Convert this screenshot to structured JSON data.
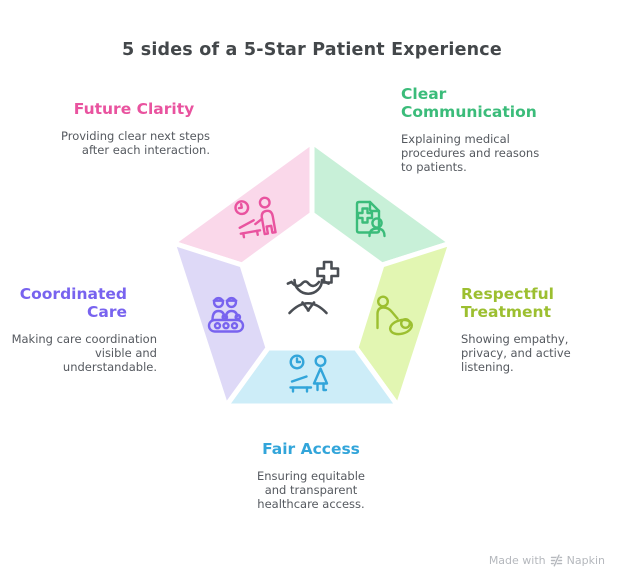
{
  "title": "5 sides of a 5-Star Patient Experience",
  "center": {
    "icon": "patient-with-medical-cross-icon",
    "color": "#4a4e54"
  },
  "segments": [
    {
      "id": "future-clarity",
      "label": "Future Clarity",
      "description": "Providing clear next steps after each interaction.",
      "fill": "#fad8ea",
      "accent": "#e9539f",
      "icon": "clock-and-reclining-patient-icon"
    },
    {
      "id": "clear-communication",
      "label": "Clear Communication",
      "description": "Explaining medical procedures and reasons to patients.",
      "fill": "#c8f0d8",
      "accent": "#3bbc7a",
      "icon": "medical-document-person-icon"
    },
    {
      "id": "respectful-treatment",
      "label": "Respectful Treatment",
      "description": "Showing empathy, privacy, and active listening.",
      "fill": "#e2f6b2",
      "accent": "#9cbf30",
      "icon": "caring-for-patient-icon"
    },
    {
      "id": "fair-access",
      "label": "Fair Access",
      "description": "Ensuring equitable and transparent healthcare access.",
      "fill": "#cdedf8",
      "accent": "#32a5da",
      "icon": "clock-and-reception-icon"
    },
    {
      "id": "coordinated-care",
      "label": "Coordinated Care",
      "description": "Making care coordination visible and understandable.",
      "fill": "#ded9f7",
      "accent": "#7863ef",
      "icon": "care-team-coordination-icon"
    }
  ],
  "footer": {
    "made_with": "Made with",
    "brand": "Napkin",
    "color": "#b5b8bd"
  }
}
